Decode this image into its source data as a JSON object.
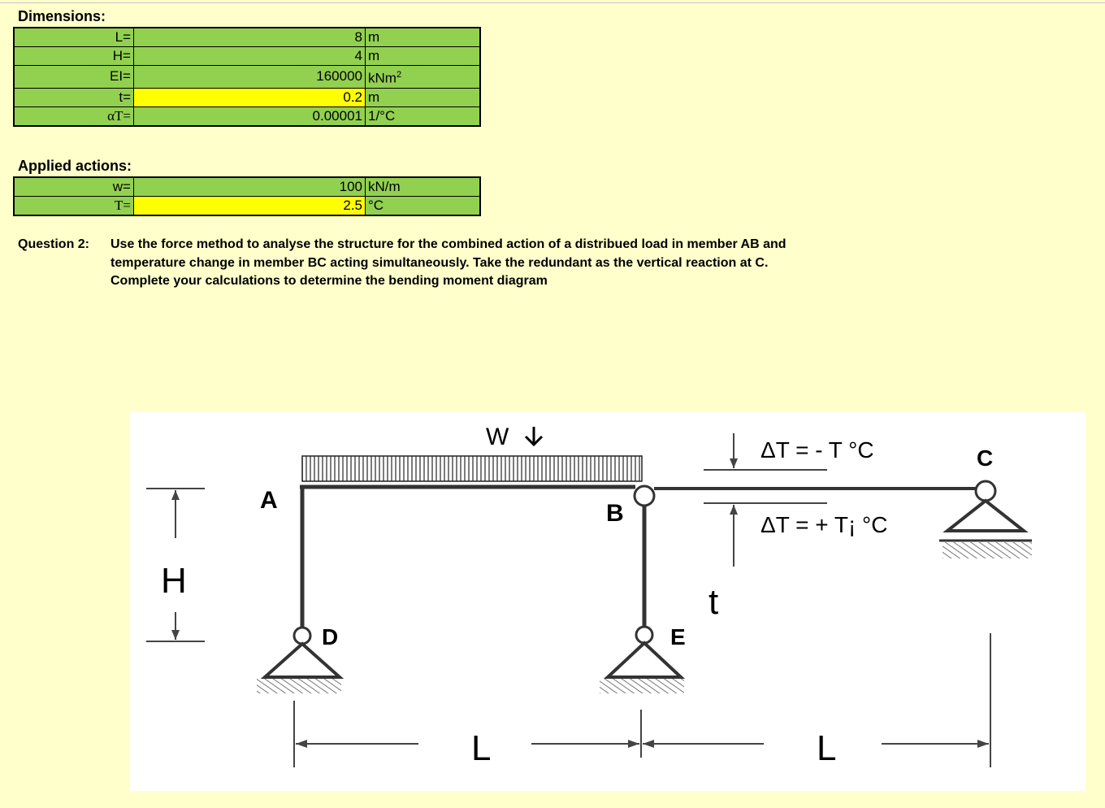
{
  "dimensions": {
    "title": "Dimensions:",
    "rows": [
      {
        "label": "L=",
        "value": "8",
        "unit": "m",
        "input": false
      },
      {
        "label": "H=",
        "value": "4",
        "unit": "m",
        "input": false
      },
      {
        "label": "EI=",
        "value": "160000",
        "unit": "kNm",
        "unit_sup": "2",
        "input": false
      },
      {
        "label": "t=",
        "value": "0.2",
        "unit": "m",
        "input": true
      },
      {
        "label": "αT=",
        "value": "0.00001",
        "unit": "1/°C",
        "input": false
      }
    ]
  },
  "applied_actions": {
    "title": "Applied actions:",
    "rows": [
      {
        "label": "w=",
        "value": "100",
        "unit": "kN/m",
        "input": false
      },
      {
        "label": "T=",
        "value": "2.5",
        "unit": "°C",
        "input": true
      }
    ]
  },
  "question": {
    "number": "Question 2:",
    "lines": [
      "Use the force method to analyse the structure for the combined action of a distribued load in member AB and",
      "temperature change in member BC acting simultaneously. Take the redundant as the vertical reaction at C.",
      "Complete your calculations to determine the bending moment diagram"
    ]
  },
  "diagram": {
    "load_label": "W",
    "node_a": "A",
    "node_b": "B",
    "node_c": "C",
    "node_d": "D",
    "node_e": "E",
    "height_label": "H",
    "span_label_1": "L",
    "span_label_2": "L",
    "thickness_label": "t",
    "temp_top": "ΔT = - T °C",
    "temp_bottom": "ΔT = + T¡ °C"
  },
  "colors": {
    "background": "#ffffcc",
    "cell_green": "#92d050",
    "cell_input_yellow": "#ffff00"
  }
}
